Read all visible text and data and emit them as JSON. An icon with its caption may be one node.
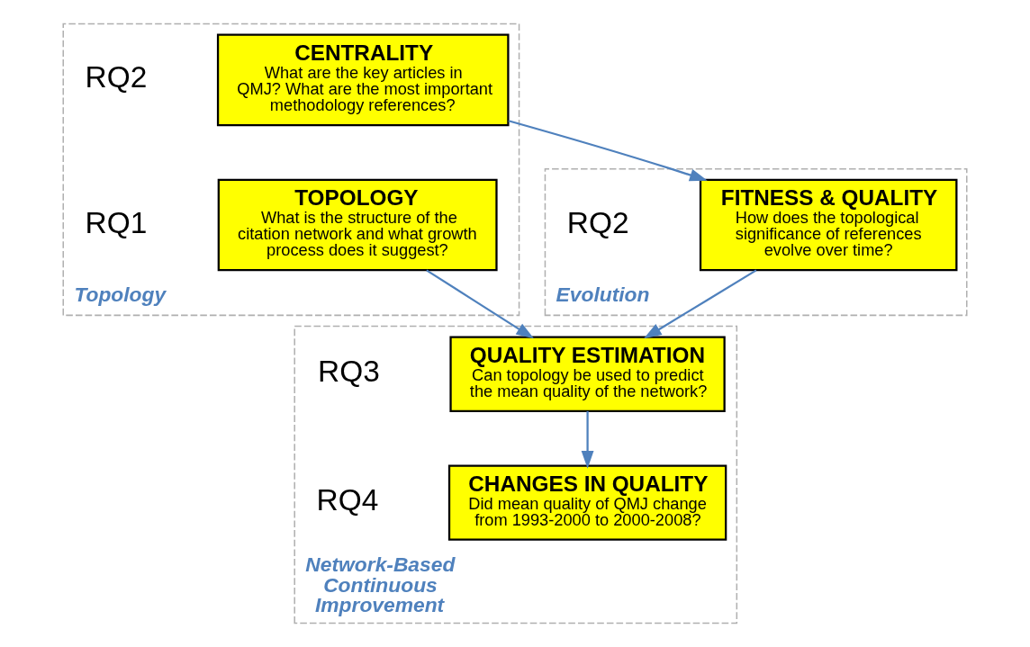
{
  "diagram": {
    "nodes": [
      {
        "text": [
          "Topology"
        ]
      },
      {
        "text": [
          "TOPOLOGY",
          "What is the structure of the citation network and what growth process does it suggest?"
        ],
        "in": 0,
        "beside": [
          "RQ1"
        ]
      },
      {
        "text": [
          "CENTRALITY",
          "What are the key articles in QMJ? What are the most important methodology references?"
        ],
        "in": 0,
        "beside": [
          "RQ2"
        ]
      },
      {
        "text": [
          "Evolution"
        ]
      },
      {
        "text": [
          "FITNESS & QUALITY",
          "How does the topological significance of references evolve over time?"
        ],
        "in": 3,
        "beside": [
          "RQ2"
        ]
      },
      {
        "text": [
          "Network-Based Continuous Improvement"
        ]
      },
      {
        "text": [
          "QUALITY ESTIMATION",
          "Can topology be used to predict the mean quality of the network?"
        ],
        "in": 5,
        "beside": [
          "RQ3"
        ]
      },
      {
        "text": [
          "CHANGES IN QUALITY",
          "Did mean quality of QMJ change from 1993-2000 to 2000-2008?"
        ],
        "in": 5,
        "beside": [
          "RQ4"
        ]
      }
    ],
    "edges": [
      {
        "from": 2,
        "to": 4,
        "arrow": "to"
      },
      {
        "from": 1,
        "to": 6,
        "arrow": "to"
      },
      {
        "from": 4,
        "to": 6,
        "arrow": "to"
      },
      {
        "from": 6,
        "to": 7,
        "arrow": "to"
      }
    ]
  }
}
